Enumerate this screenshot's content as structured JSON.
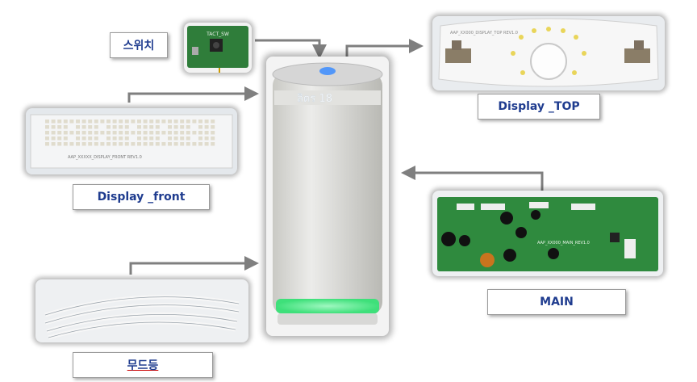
{
  "labels": {
    "switch": "스위치",
    "display_top": "Display _TOP",
    "display_front": "Display _front",
    "main": "MAIN",
    "mood_light": "무드등"
  },
  "pcb_texts": {
    "switch_board": "TACT_SW",
    "front_board": "AAP_XXXXX_DISPLAY_FRONT REV1.0",
    "top_board": "AAP_XX000_DISPLAY_TOP REV1.0",
    "main_board": "AAP_XX000_MAIN_REV1.0"
  },
  "product_display": "ลิตร 18",
  "colors": {
    "label_text": "#1f3c8f",
    "connector": "#7f7f7f",
    "pcb_green": "#2e7d32",
    "mood_glow": "#3ee07a"
  }
}
